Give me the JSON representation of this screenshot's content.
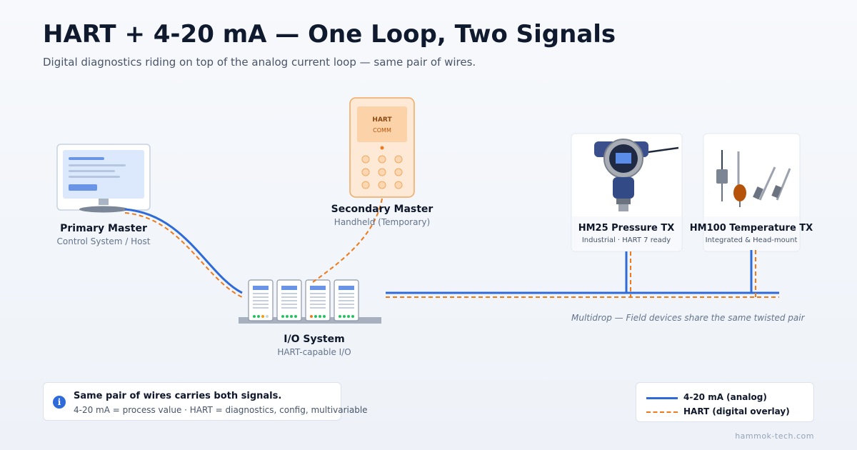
{
  "header": {
    "title": "HART + 4-20 mA — One Loop, Two Signals",
    "subtitle": "Digital diagnostics riding on top of the analog current loop — same pair of wires."
  },
  "primary_master": {
    "name": "Primary Master",
    "desc": "Control System / Host"
  },
  "secondary_master": {
    "name": "Secondary Master",
    "desc": "Handheld (Temporary)",
    "screen_line1": "HART",
    "screen_line2": "COMM"
  },
  "io_system": {
    "name": "I/O System",
    "desc": "HART-capable I/O"
  },
  "devices": [
    {
      "name": "HM25 Pressure TX",
      "desc": "Industrial · HART 7 ready"
    },
    {
      "name": "HM100 Temperature TX",
      "desc": "Integrated & Head-mount"
    }
  ],
  "multidrop_note": "Multidrop — Field devices share the same twisted pair",
  "info": {
    "icon": "info-icon",
    "title": "Same pair of wires carries both signals.",
    "desc": "4-20 mA = process value · HART = diagnostics, config, multivariable"
  },
  "legend": [
    {
      "label": "4-20 mA (analog)",
      "color": "#2f6ad9",
      "style": "solid"
    },
    {
      "label": "HART (digital overlay)",
      "color": "#f07a1a",
      "style": "dashed"
    }
  ],
  "footer": "hammok-tech.com",
  "colors": {
    "analog": "#2f6ad9",
    "hart": "#f07a1a",
    "title": "#0f1a2e"
  }
}
